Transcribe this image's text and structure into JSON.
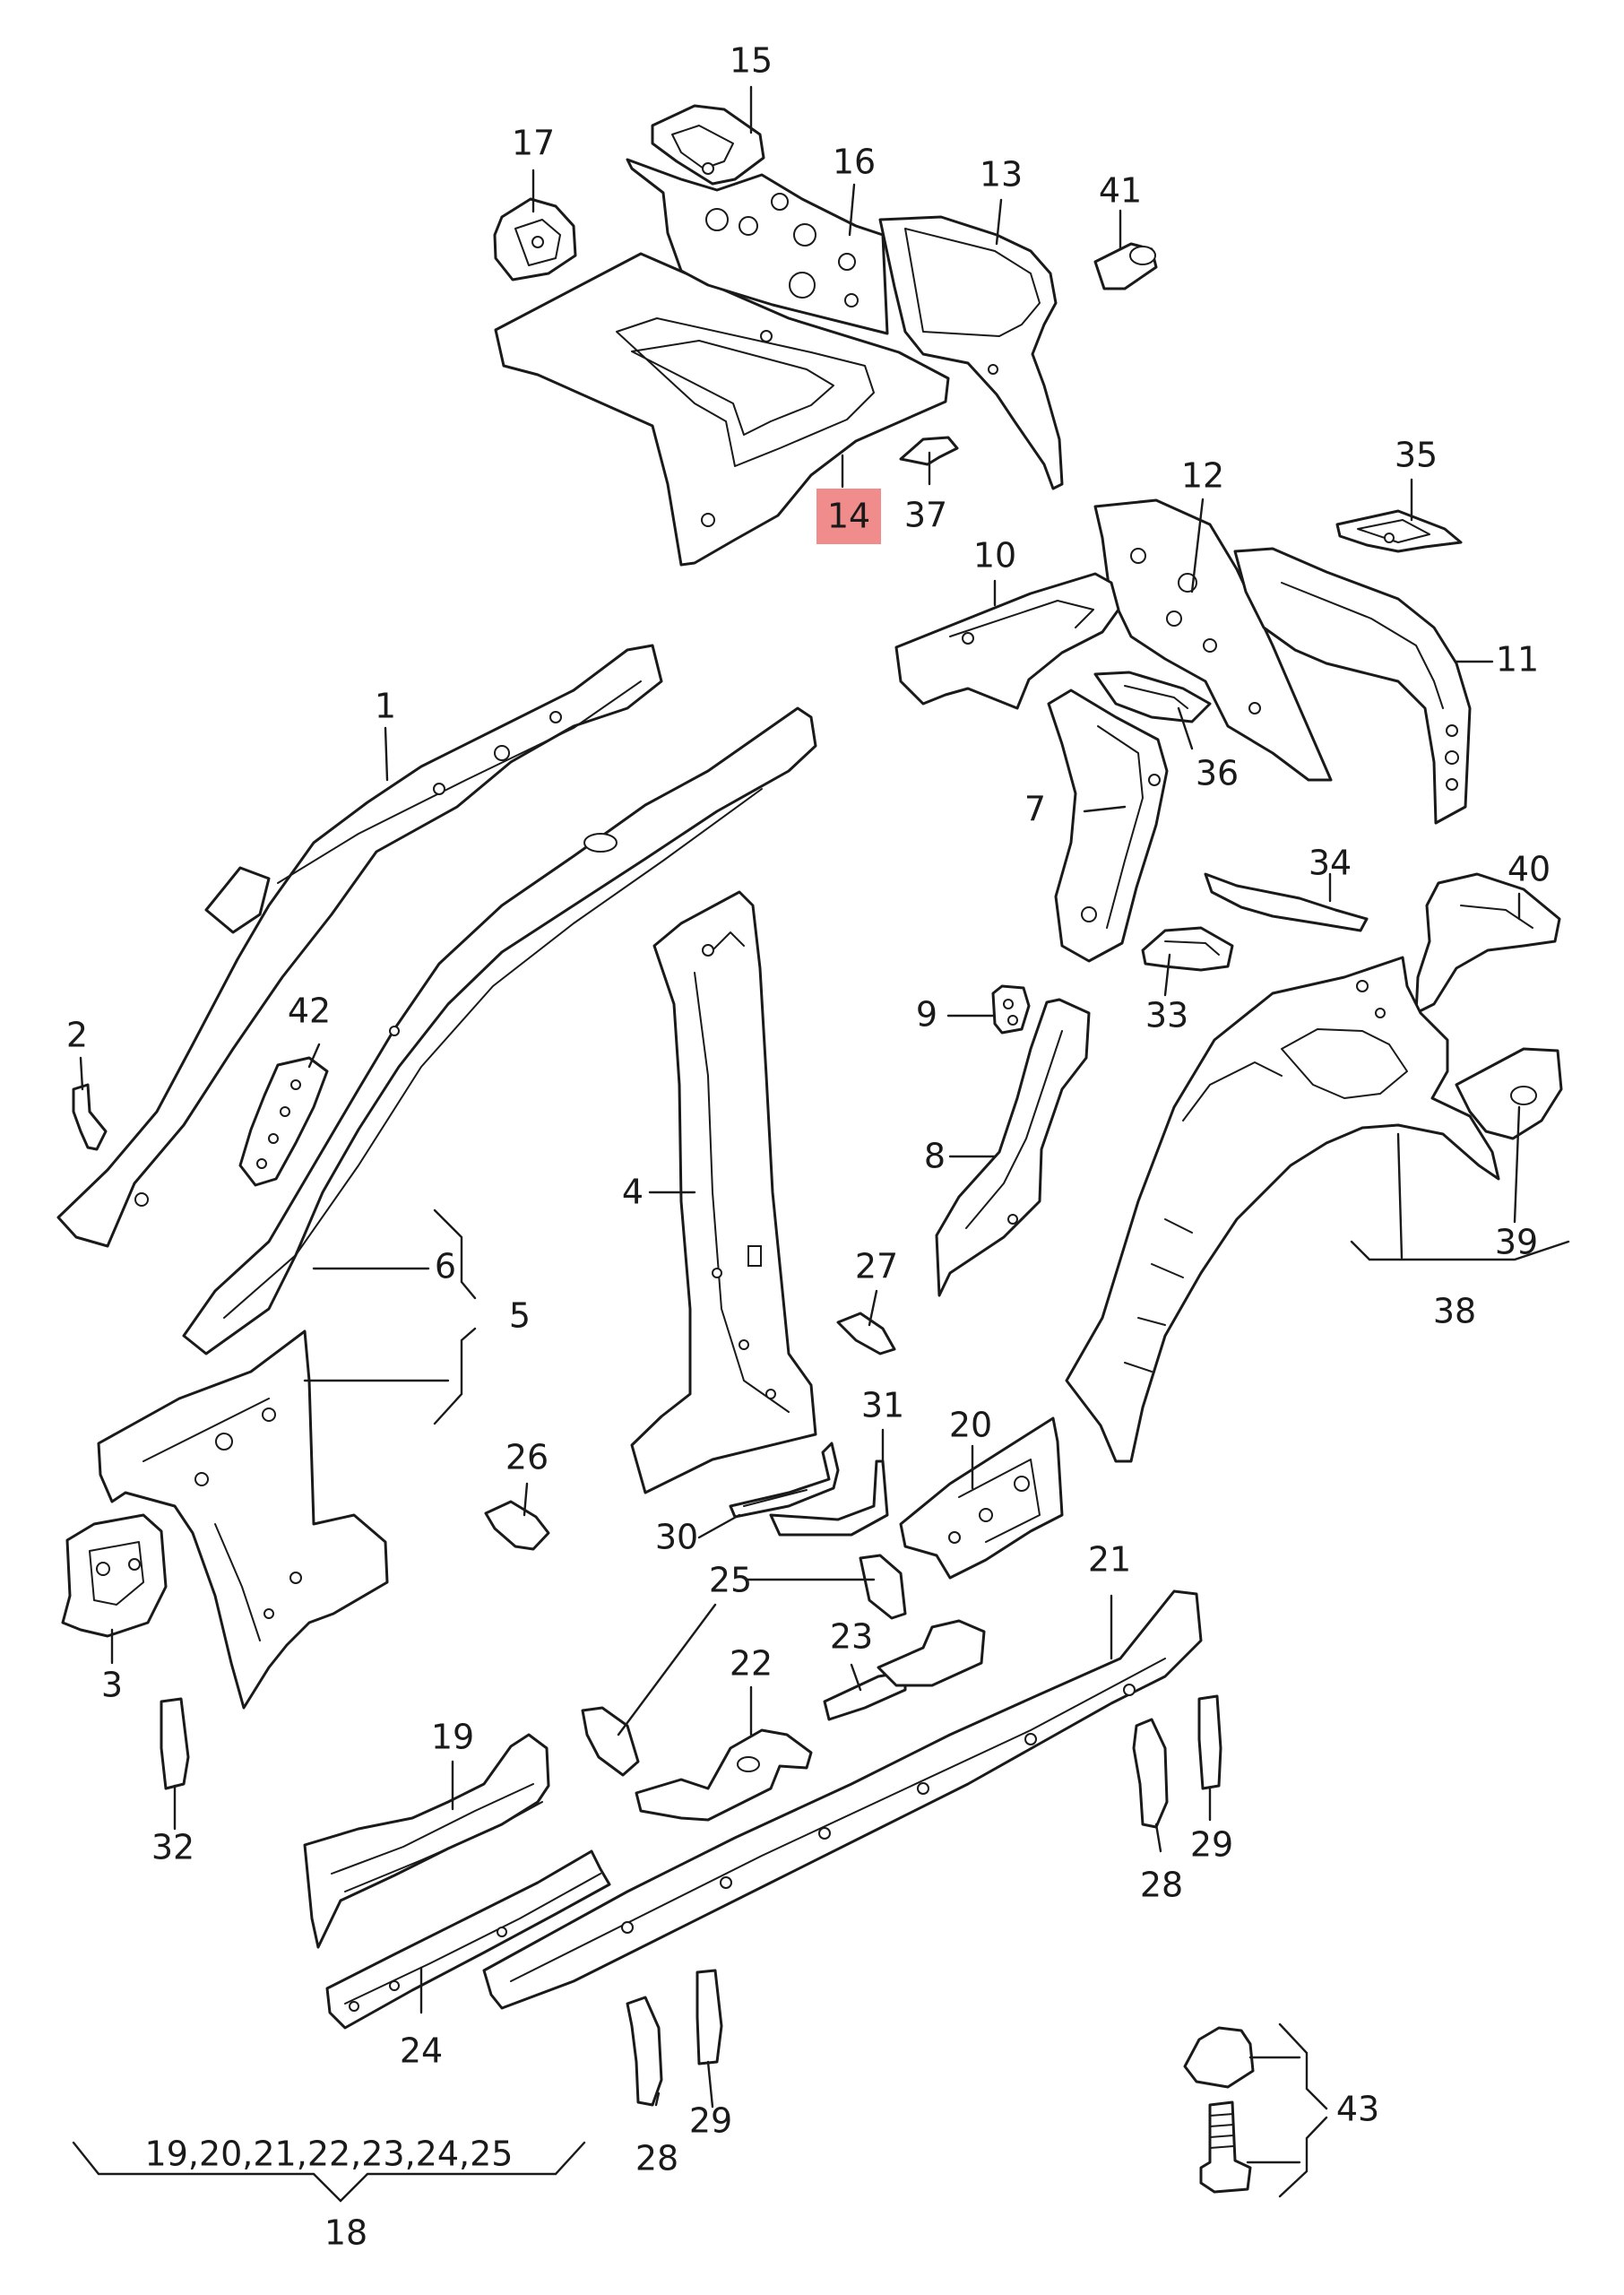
{
  "diagram": {
    "highlighted_part": "14",
    "highlight_color": "#f08c8c",
    "line_color": "#1a1a1a",
    "background_color": "#ffffff",
    "callouts": {
      "c1": "1",
      "c2": "2",
      "c3": "3",
      "c4": "4",
      "c5": "5",
      "c6": "6",
      "c7": "7",
      "c8": "8",
      "c9": "9",
      "c10": "10",
      "c11": "11",
      "c12": "12",
      "c13": "13",
      "c14": "14",
      "c15": "15",
      "c16": "16",
      "c17": "17",
      "c18": "18",
      "c19": "19",
      "c20": "20",
      "c21": "21",
      "c22": "22",
      "c23": "23",
      "c24": "24",
      "c25": "25",
      "c26": "26",
      "c27": "27",
      "c28a": "28",
      "c28b": "28",
      "c29a": "29",
      "c29b": "29",
      "c30": "30",
      "c31": "31",
      "c32": "32",
      "c33": "33",
      "c34": "34",
      "c35": "35",
      "c36": "36",
      "c37": "37",
      "c38": "38",
      "c39": "39",
      "c40": "40",
      "c41": "41",
      "c42": "42",
      "c43": "43",
      "group18": "19,20,21,22,23,24,25"
    }
  }
}
